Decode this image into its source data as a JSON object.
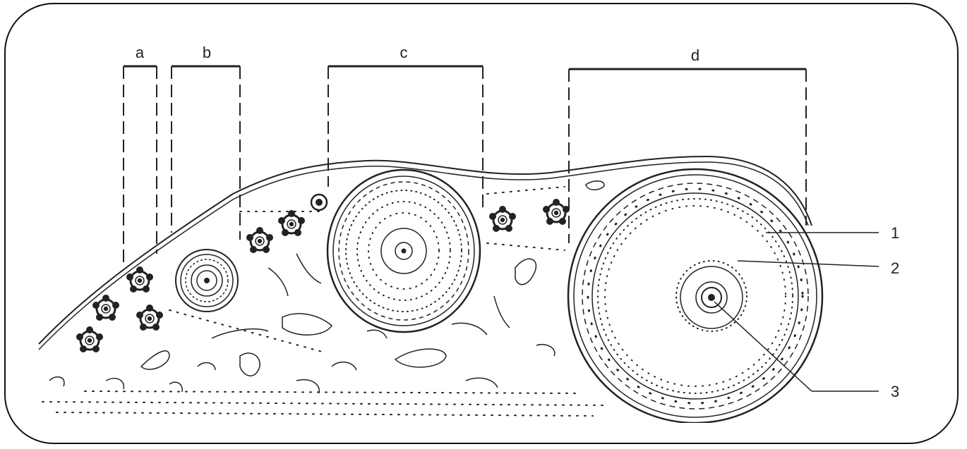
{
  "diagram": {
    "stage_labels": [
      "a",
      "b",
      "c",
      "d"
    ],
    "callout_labels": [
      "1",
      "2",
      "3"
    ],
    "colors": {
      "ink": "#222222",
      "background": "#ffffff"
    }
  }
}
